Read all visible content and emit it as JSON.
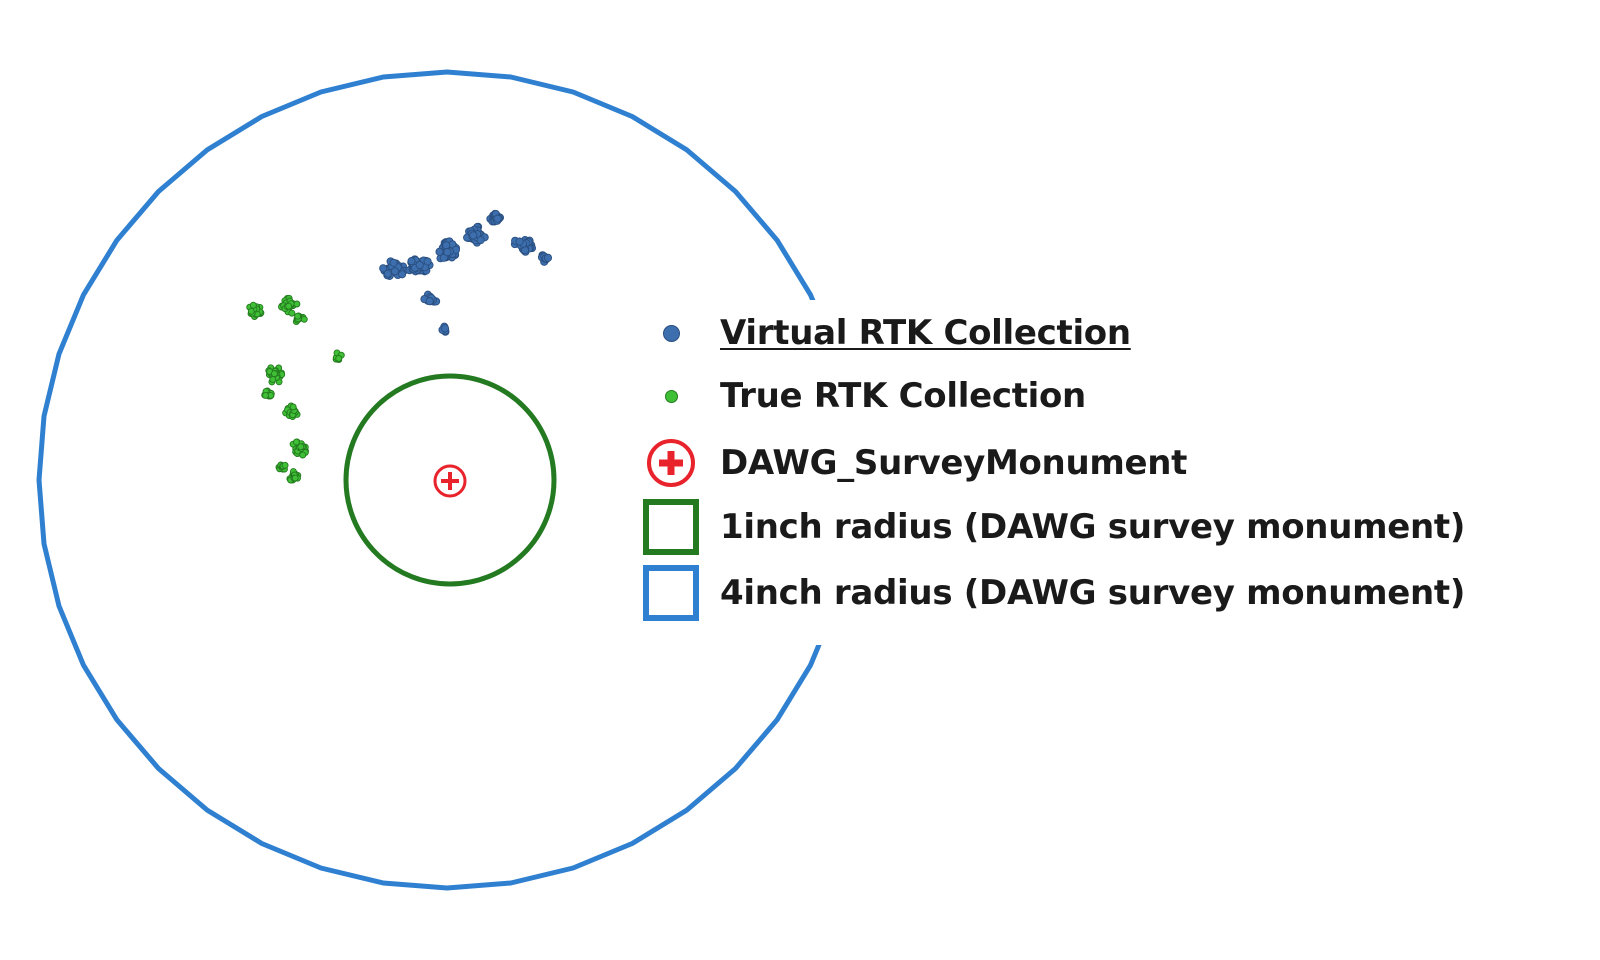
{
  "legend": {
    "items": [
      {
        "label": "Virtual RTK Collection",
        "symbol": "dot",
        "color": "#3d6fae",
        "stroke": "#2a4f80",
        "underlined": true
      },
      {
        "label": "True RTK Collection",
        "symbol": "dot",
        "color": "#3fbf35",
        "stroke": "#237a1e",
        "underlined": false
      },
      {
        "label": "DAWG_SurveyMonument",
        "symbol": "circle-plus-icon",
        "color": "#e8232b",
        "underlined": false
      },
      {
        "label": "1inch radius (DAWG survey monument)",
        "symbol": "outline-square",
        "color": "#237a21",
        "underlined": false
      },
      {
        "label": "4inch radius (DAWG survey monument)",
        "symbol": "outline-square",
        "color": "#2f80d0",
        "underlined": false
      }
    ]
  },
  "colors": {
    "outer_ring": "#2f80d0",
    "inner_ring": "#237a21",
    "virtual_points": "#3d6fae",
    "true_points": "#3fbf35",
    "monument": "#e8232b"
  }
}
